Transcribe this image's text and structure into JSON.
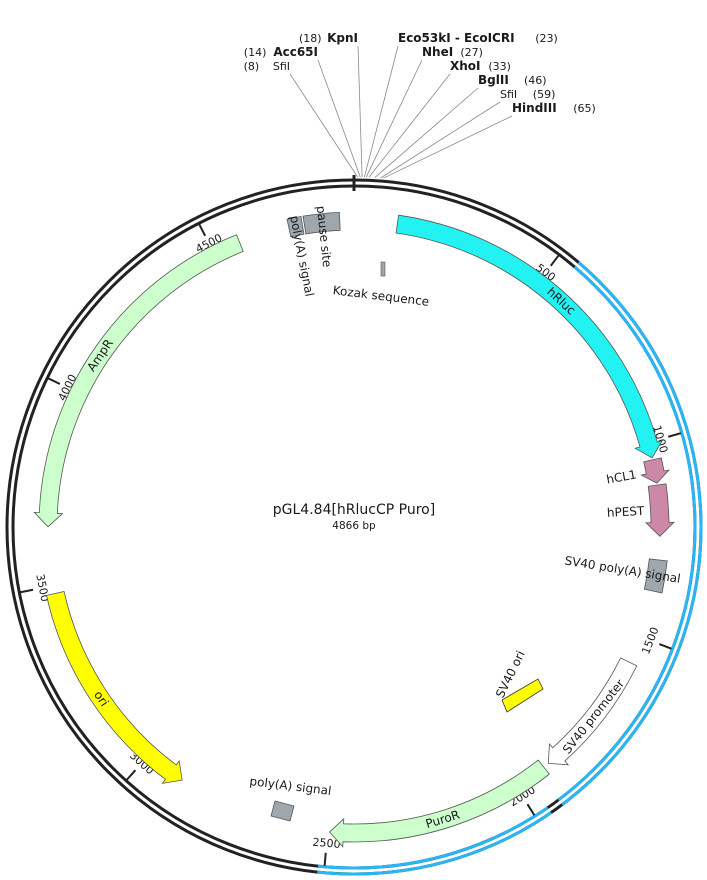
{
  "plasmid": {
    "name": "pGL4.84[hRlucCP Puro]",
    "size_label": "4866 bp",
    "length": 4866
  },
  "colors": {
    "backbone": "#222222",
    "highlight": "#29b6f6",
    "hRluc": "#22f2f2",
    "hCL1": "#cc88a6",
    "hPEST": "#cc88a6",
    "grey_feature": "#9ea6ae",
    "AmpR": "#ccffcc",
    "PuroR": "#ccffcc",
    "ori": "#ffff00",
    "SV40_ori": "#ffff00",
    "SV40_promoter": "#ffffff"
  },
  "highlight_region": {
    "start": 545,
    "end": 2515,
    "note_skip": [
      1935,
      1965
    ]
  },
  "ticks": [
    {
      "pos": 500,
      "label": "500"
    },
    {
      "pos": 1000,
      "label": "1000"
    },
    {
      "pos": 1500,
      "label": "1500"
    },
    {
      "pos": 2000,
      "label": "2000"
    },
    {
      "pos": 2500,
      "label": "2500"
    },
    {
      "pos": 3000,
      "label": "3000"
    },
    {
      "pos": 3500,
      "label": "3500"
    },
    {
      "pos": 4000,
      "label": "4000"
    },
    {
      "pos": 4500,
      "label": "4500"
    }
  ],
  "restriction_sites": [
    {
      "name": "SfiI",
      "num": "(8)",
      "pos": 8,
      "bold": false,
      "side": "left"
    },
    {
      "name": "Acc65I",
      "num": "(14)",
      "pos": 14,
      "bold": true,
      "side": "left"
    },
    {
      "name": "KpnI",
      "num": "(18)",
      "pos": 18,
      "bold": true,
      "side": "left"
    },
    {
      "name": "Eco53kI - EcoICRI",
      "num": "(23)",
      "pos": 23,
      "bold": true,
      "side": "right"
    },
    {
      "name": "NheI",
      "num": "(27)",
      "pos": 27,
      "bold": true,
      "side": "right"
    },
    {
      "name": "XhoI",
      "num": "(33)",
      "pos": 33,
      "bold": true,
      "side": "right"
    },
    {
      "name": "BglII",
      "num": "(46)",
      "pos": 46,
      "bold": true,
      "side": "right"
    },
    {
      "name": "SfiI",
      "num": "(59)",
      "pos": 59,
      "bold": false,
      "side": "right"
    },
    {
      "name": "HindIII",
      "num": "(65)",
      "pos": 65,
      "bold": true,
      "side": "right"
    }
  ],
  "features": [
    {
      "name": "hRluc",
      "label": "hRluc",
      "start": 110,
      "end": 1040,
      "dir": 1,
      "color_key": "hRluc"
    },
    {
      "name": "hCL1",
      "label": "hCL1",
      "start": 1045,
      "end": 1105,
      "dir": 1,
      "color_key": "hCL1"
    },
    {
      "name": "hPEST",
      "label": "hPEST",
      "start": 1110,
      "end": 1240,
      "dir": 1,
      "color_key": "hPEST"
    },
    {
      "name": "SV40 poly(A) signal",
      "label": "SV40 poly(A) signal",
      "start": 1300,
      "end": 1380,
      "dir": 0,
      "color_key": "grey_feature"
    },
    {
      "name": "SV40 promoter",
      "label": "SV40 promoter",
      "start": 1570,
      "end": 1900,
      "dir": 1,
      "color_key": "SV40_promoter"
    },
    {
      "name": "PuroR",
      "label": "PuroR",
      "start": 1915,
      "end": 2495,
      "dir": 1,
      "color_key": "PuroR"
    },
    {
      "name": "ori",
      "label": "ori",
      "start": 2895,
      "end": 3480,
      "dir": -1,
      "color_key": "ori"
    },
    {
      "name": "AmpR",
      "label": "AmpR",
      "start": 3650,
      "end": 4570,
      "dir": -1,
      "color_key": "AmpR"
    },
    {
      "name": "pause site",
      "label": "pause site",
      "start": 4740,
      "end": 4830,
      "dir": 0,
      "color_key": "grey_feature"
    },
    {
      "name": "poly(A) signal top",
      "label": "poly(A) signal",
      "start": 4700,
      "end": 4735,
      "dir": 0,
      "color_key": "grey_feature"
    }
  ],
  "inner_features": [
    {
      "name": "Kozak sequence",
      "label": "Kozak sequence"
    },
    {
      "name": "SV40 ori",
      "label": "SV40 ori"
    },
    {
      "name": "poly(A) signal bottom",
      "label": "poly(A) signal"
    }
  ]
}
